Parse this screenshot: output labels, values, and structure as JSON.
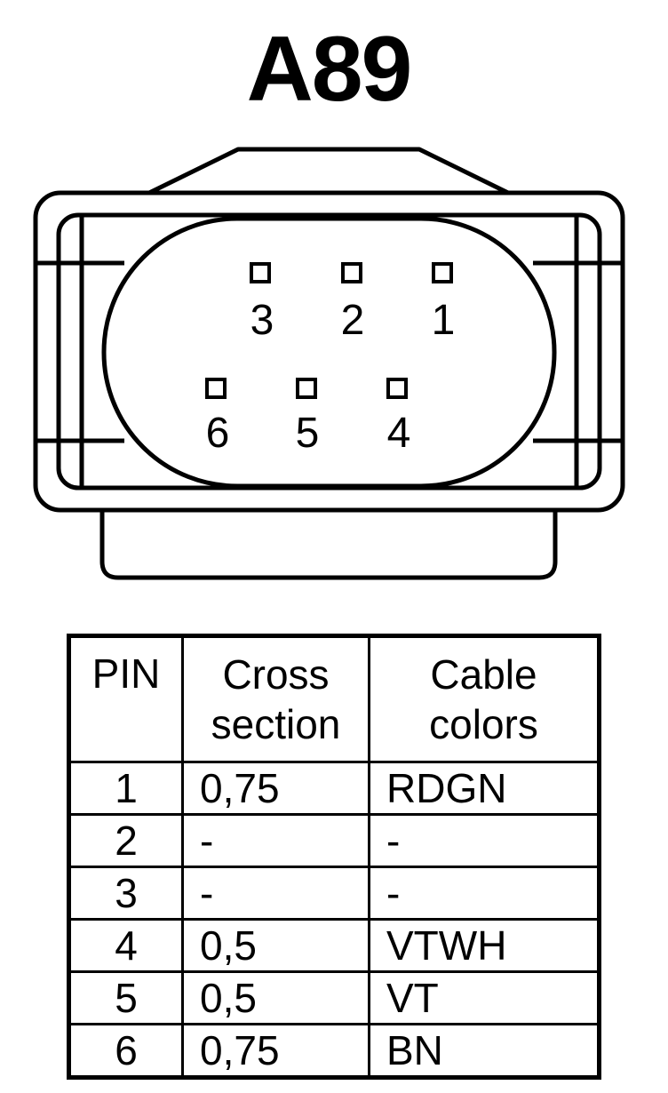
{
  "title": "A89",
  "connector": {
    "pins_top_row": [
      "3",
      "2",
      "1"
    ],
    "pins_bottom_row": [
      "6",
      "5",
      "4"
    ]
  },
  "table": {
    "headers": {
      "pin": "PIN",
      "cross_section": [
        "Cross",
        "section"
      ],
      "cable_colors": [
        "Cable",
        "colors"
      ]
    },
    "rows": [
      {
        "pin": "1",
        "cross_section": "0,75",
        "color": "RDGN"
      },
      {
        "pin": "2",
        "cross_section": "-",
        "color": "-"
      },
      {
        "pin": "3",
        "cross_section": "-",
        "color": "-"
      },
      {
        "pin": "4",
        "cross_section": "0,5",
        "color": "VTWH"
      },
      {
        "pin": "5",
        "cross_section": "0,5",
        "color": "VT"
      },
      {
        "pin": "6",
        "cross_section": "0,75",
        "color": "BN"
      }
    ]
  }
}
